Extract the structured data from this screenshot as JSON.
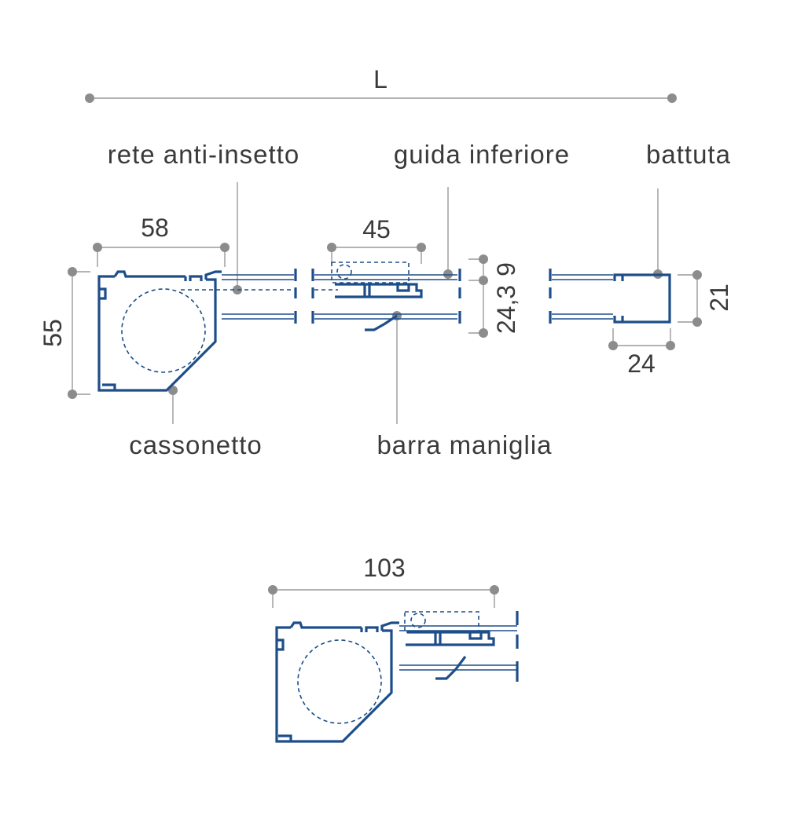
{
  "labels": {
    "top_length": "L",
    "mesh": "rete anti-insetto",
    "bottom_guide": "guida inferiore",
    "stop": "battuta",
    "box": "cassonetto",
    "handle_bar": "barra maniglia"
  },
  "dimensions": {
    "box_width": "58",
    "box_height": "55",
    "guide_width": "45",
    "guide_height_small": "9",
    "guide_height_total": "24,3",
    "stop_height": "21",
    "stop_width": "24",
    "assembly_width": "103"
  },
  "colors": {
    "profile": "#1d4e8a",
    "dimension_line": "#9a9a9a",
    "dimension_dot": "#8c8c8c",
    "text": "#3a3a3a"
  }
}
